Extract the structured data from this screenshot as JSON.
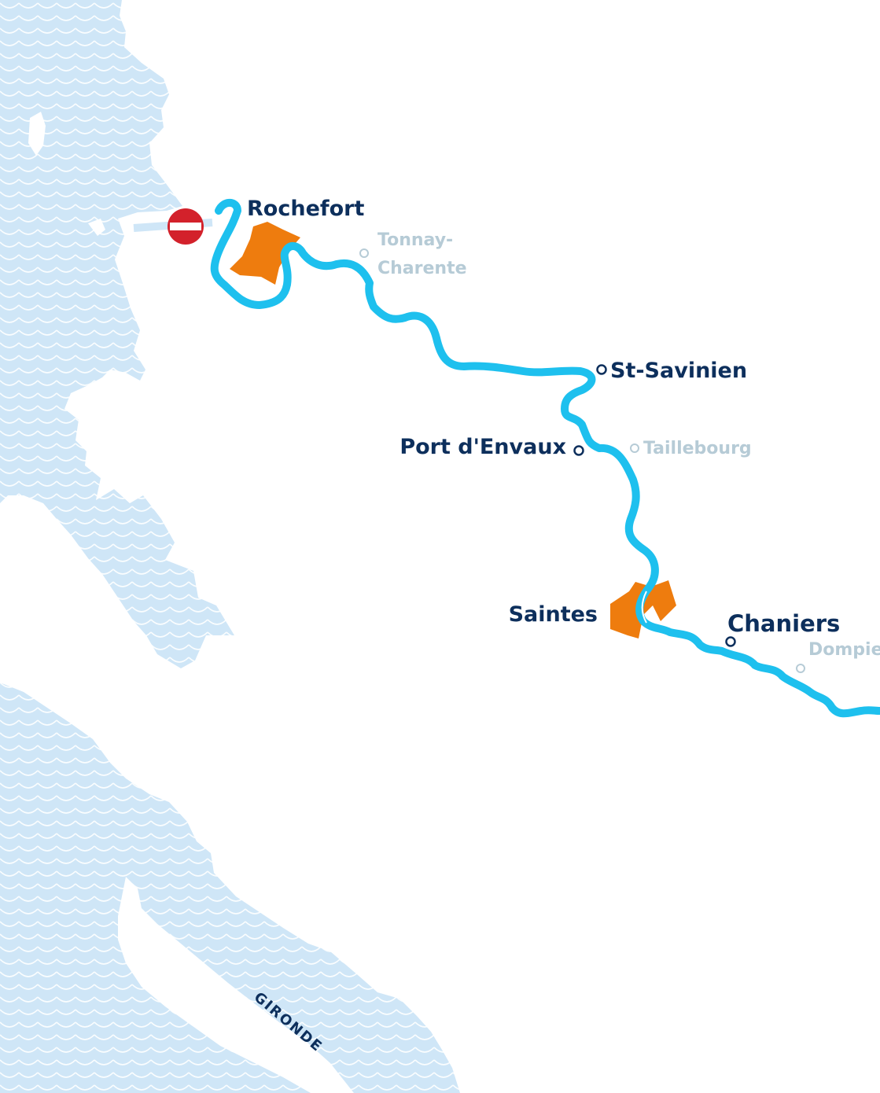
{
  "colors": {
    "sea": "#cfe6f7",
    "sea_wave": "#ffffff",
    "river": "#1ec0ee",
    "city_area": "#ee7c0e",
    "label_major": "#0d2f5c",
    "label_minor": "#b6cbd6",
    "no_entry_sign": "#d3212b"
  },
  "places": {
    "rochefort": "Rochefort",
    "tonnay_line1": "Tonnay-",
    "tonnay_line2": "Charente",
    "st_savinien": "St-Savinien",
    "port_envaux": "Port d'Envaux",
    "taillebourg": "Taillebourg",
    "saintes": "Saintes",
    "chaniers": "Chaniers",
    "dompierre": "Dompierre"
  },
  "water_bodies": {
    "gironde": "GIRONDE"
  },
  "icons": {
    "no_entry": "no-entry-icon",
    "town_marker": "town-marker-icon"
  }
}
